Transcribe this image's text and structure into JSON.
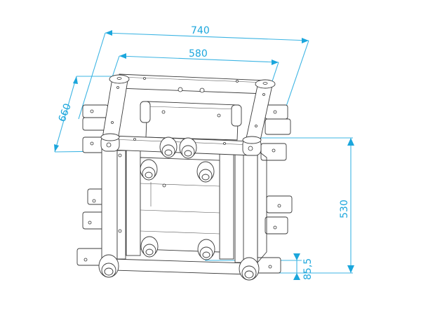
{
  "drawing": {
    "subject": "truss cube block technical drawing",
    "dimension_color": "#1ba6dc",
    "line_color": "#3a3a3a",
    "dimensions": {
      "overall_width": "740",
      "inner_width": "580",
      "depth": "660",
      "height": "530",
      "offset": "85,5"
    }
  }
}
